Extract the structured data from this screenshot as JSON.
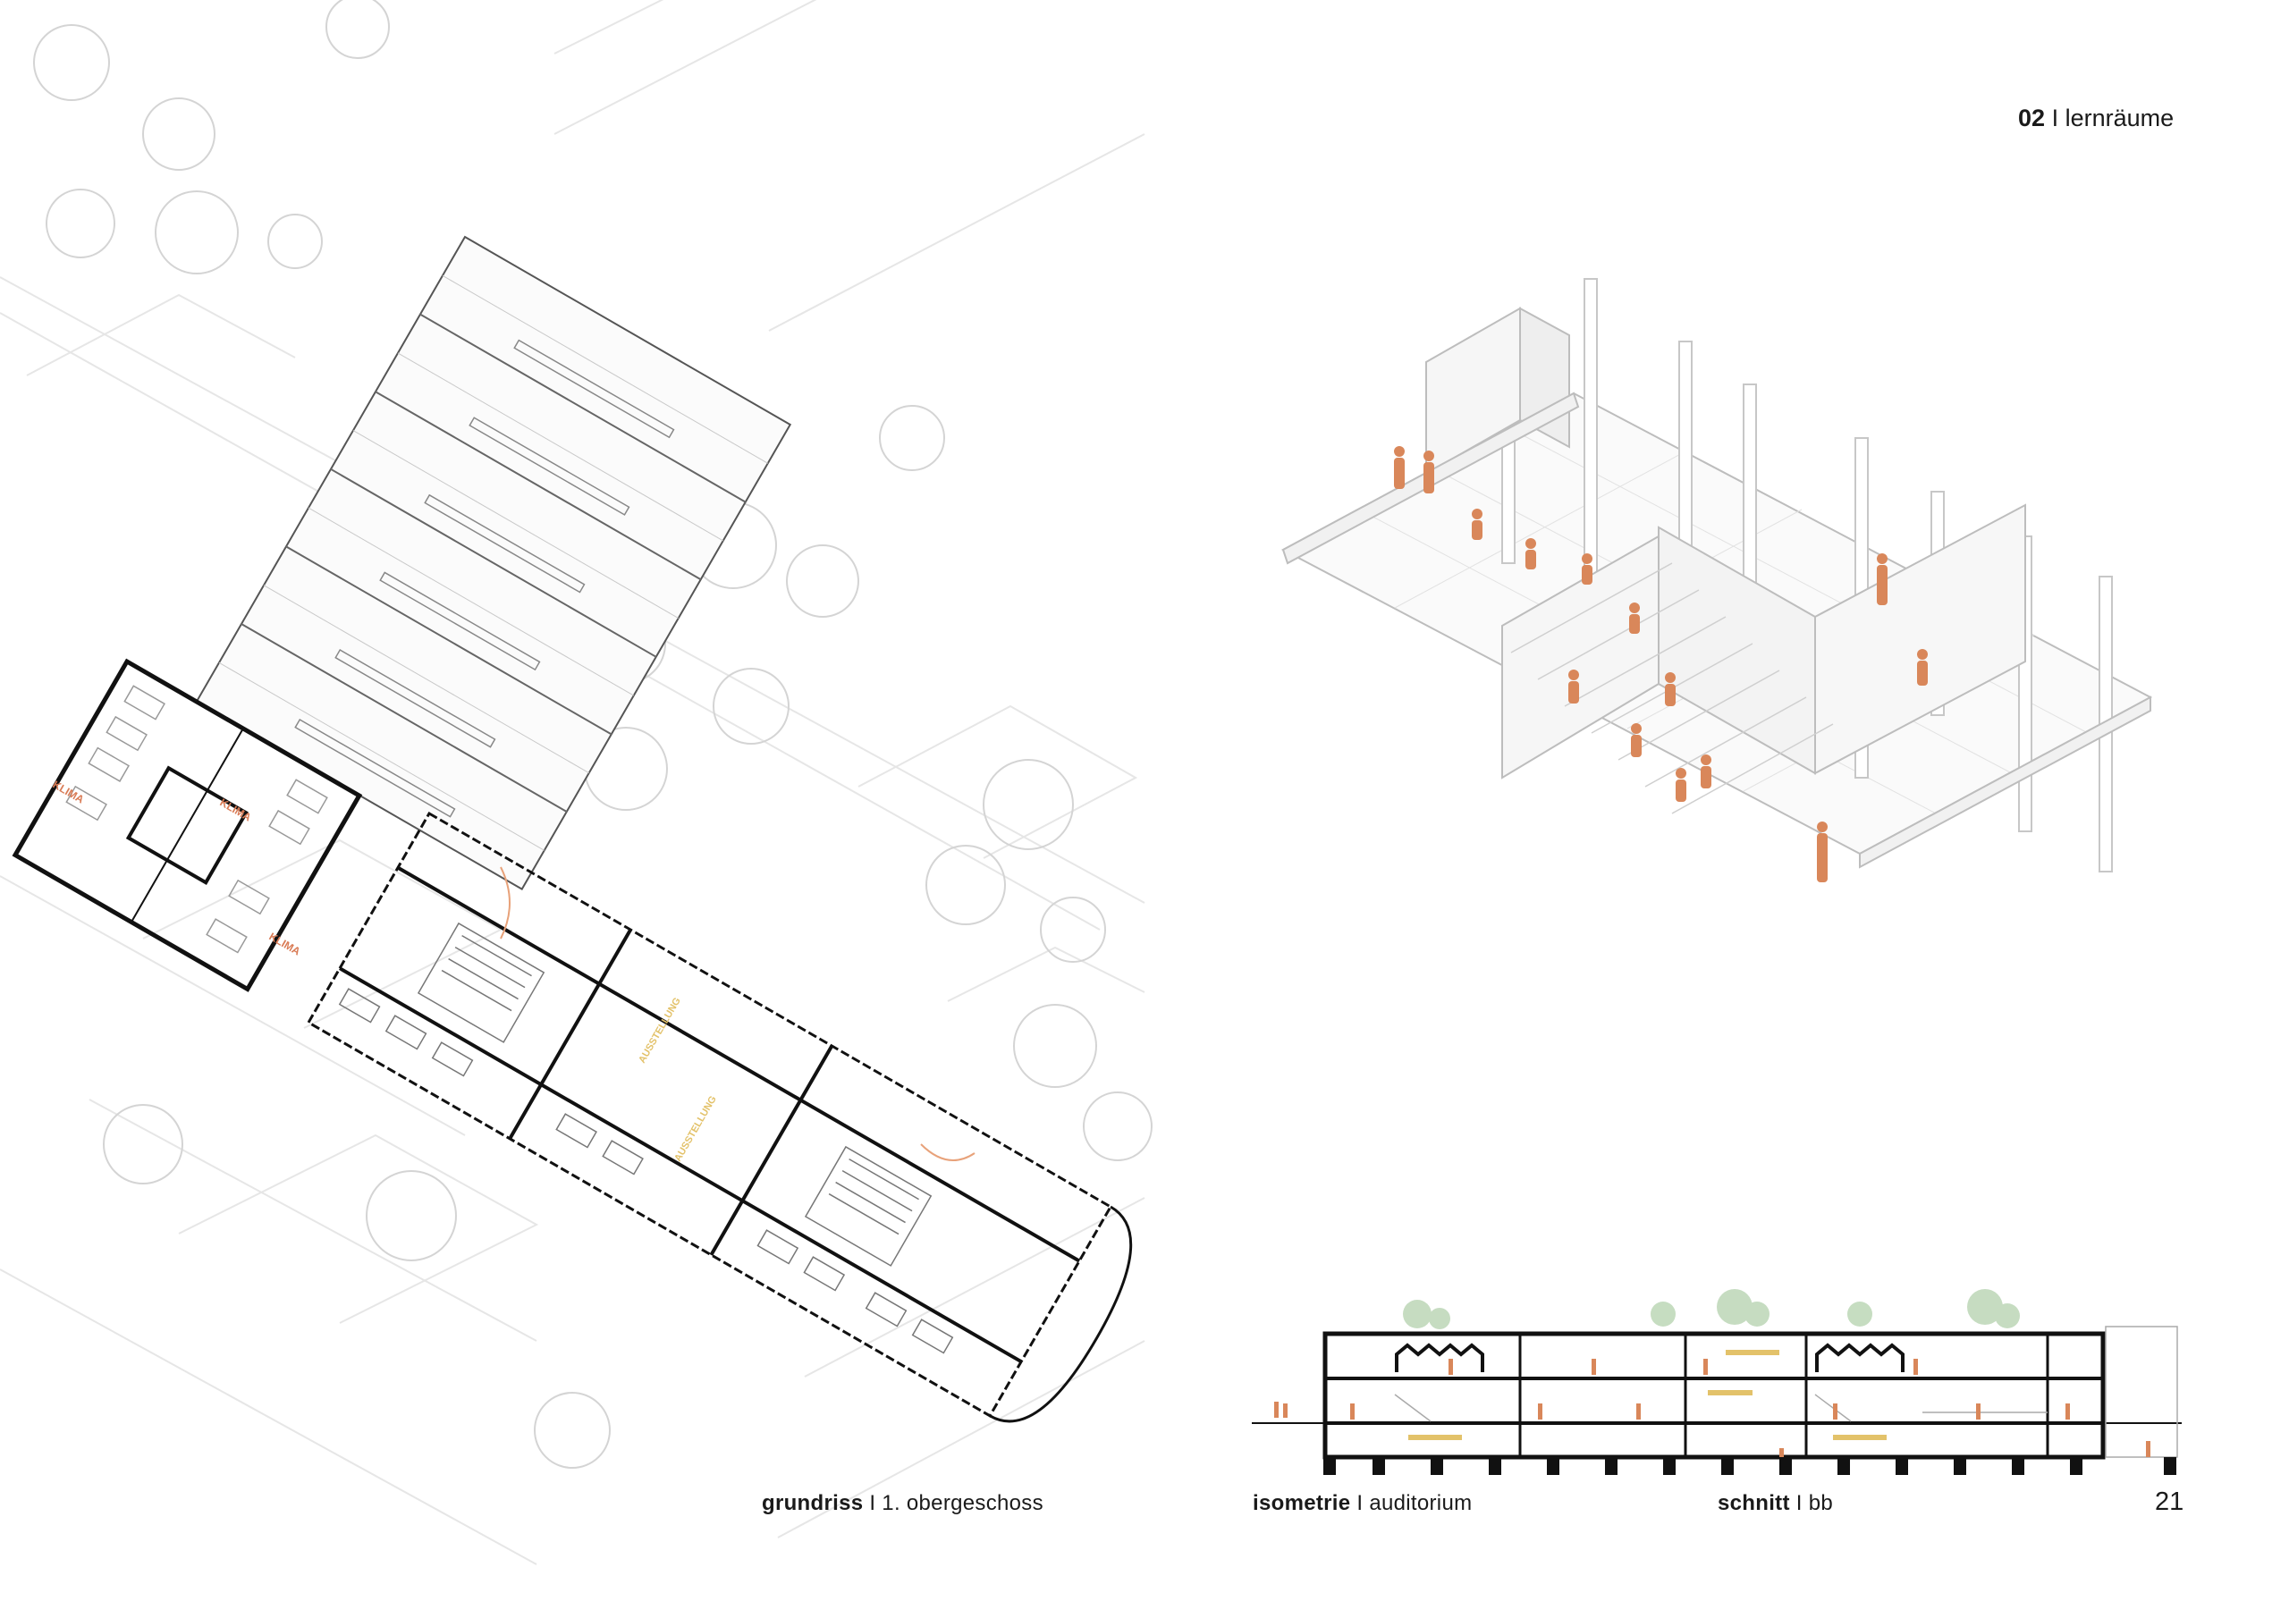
{
  "header": {
    "section_number": "02",
    "section_separator": "I",
    "section_name": "lernräume"
  },
  "captions": {
    "plan": {
      "title": "grundriss",
      "separator": "I",
      "subtitle": "1. obergeschoss"
    },
    "iso": {
      "title": "isometrie",
      "separator": "I",
      "subtitle": "auditorium"
    },
    "section": {
      "title": "schnitt",
      "separator": "I",
      "subtitle": "bb"
    }
  },
  "page_number": "21",
  "colors": {
    "figure": "#d9875a",
    "ink": "#1a1a1a",
    "context_line": "#e3e3e3",
    "tree": "#cfcfcf",
    "green": "#9fc59a"
  }
}
